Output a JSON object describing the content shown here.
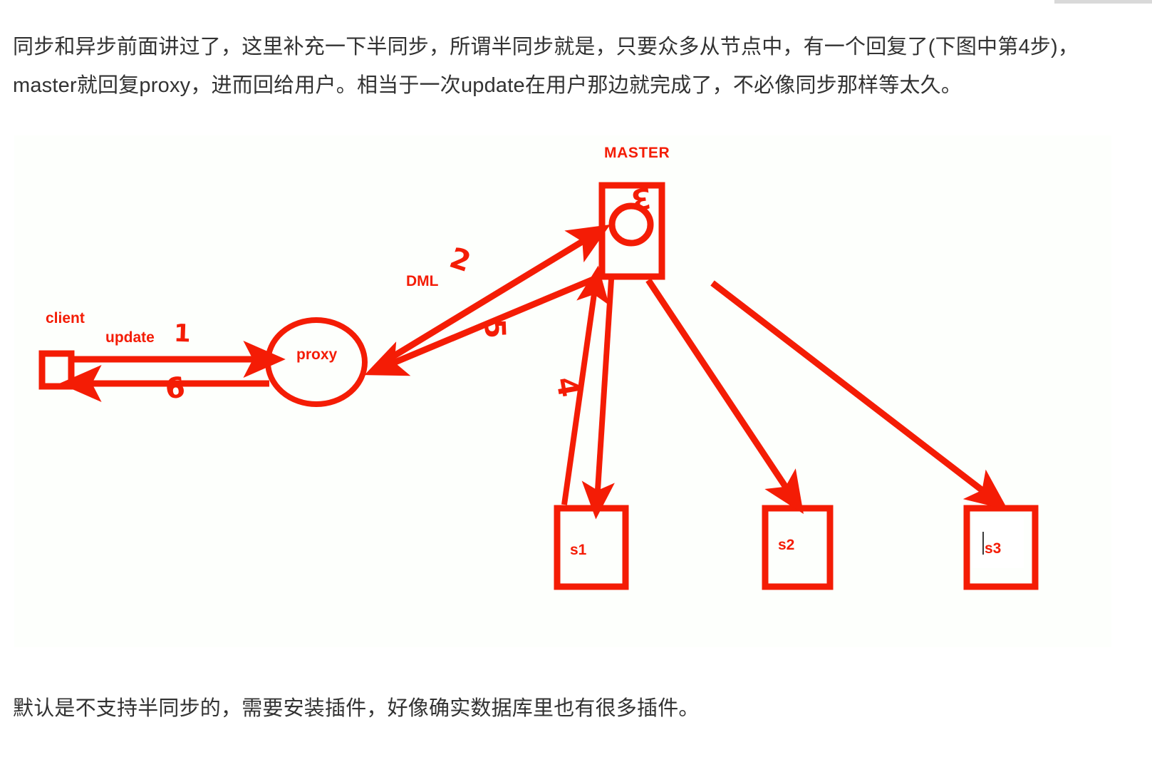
{
  "page": {
    "background": "#ffffff",
    "accent_color": "#f41c05",
    "text_color": "#323232"
  },
  "top_strip": {
    "color": "#d9d9d9"
  },
  "intro_paragraph": "同步和异步前面讲过了，这里补充一下半同步，所谓半同步就是，只要众多从节点中，有一个回复了(下图中第4步)，master就回复proxy，进而回给用户。相当于一次update在用户那边就完成了，不必像同步那样等太久。",
  "closing_paragraph": "默认是不支持半同步的，需要安装插件，好像确实数据库里也有很多插件。",
  "diagram": {
    "background": "#fdfffc",
    "stroke_color": "#f41c05",
    "nodes": [
      {
        "id": "client",
        "label": "client",
        "shape": "rect"
      },
      {
        "id": "proxy",
        "label": "proxy",
        "shape": "circle"
      },
      {
        "id": "master",
        "label": "MASTER",
        "shape": "rect"
      },
      {
        "id": "s1",
        "label": "s1",
        "shape": "rect"
      },
      {
        "id": "s2",
        "label": "s2",
        "shape": "rect"
      },
      {
        "id": "s3",
        "label": "s3",
        "shape": "rect"
      }
    ],
    "edge_labels": {
      "update": "update",
      "dml": "DML"
    },
    "step_numbers": {
      "one": "1",
      "two": "2",
      "three": "3",
      "four": "4",
      "five": "5",
      "six": "6"
    },
    "edges": [
      {
        "from": "client",
        "to": "proxy",
        "step": "1",
        "label": "update"
      },
      {
        "from": "proxy",
        "to": "master",
        "step": "2",
        "label": "DML"
      },
      {
        "from": "master",
        "to": "s1",
        "step": ""
      },
      {
        "from": "s1",
        "to": "master",
        "step": "4"
      },
      {
        "from": "master",
        "to": "s2",
        "step": ""
      },
      {
        "from": "master",
        "to": "s3",
        "step": ""
      },
      {
        "from": "master",
        "to": "proxy",
        "step": "5"
      },
      {
        "from": "proxy",
        "to": "client",
        "step": "6"
      }
    ]
  },
  "s3_edit": {
    "caret_visible": true,
    "caret_color": "#3a3a3a"
  }
}
